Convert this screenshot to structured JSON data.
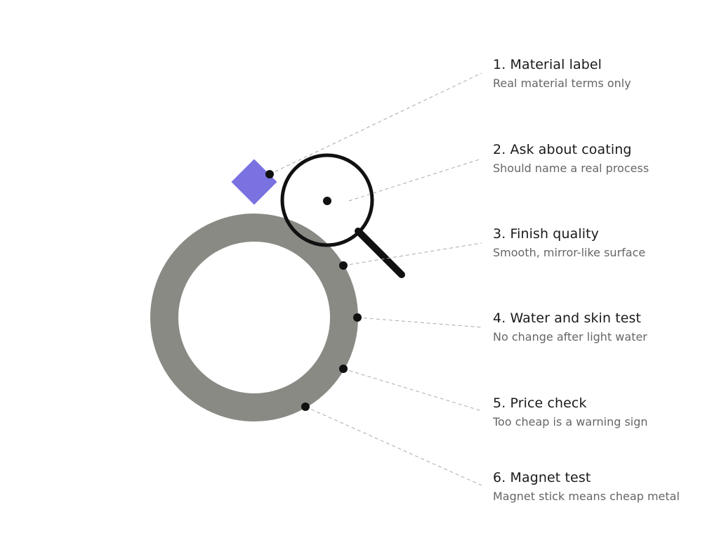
{
  "colors": {
    "ring": "#8a8a85",
    "gem": "#7a72e0",
    "magnifier": "#111111",
    "leader_line": "#aaaaaa",
    "marker": "#111111"
  },
  "icons": {
    "ring": "ring-icon",
    "gem": "gem-diamond-icon",
    "magnifier": "magnifying-glass-icon"
  },
  "labels": [
    {
      "title": "1. Material label",
      "desc": "Real material terms only"
    },
    {
      "title": "2. Ask about coating",
      "desc": "Should name a real process"
    },
    {
      "title": "3. Finish quality",
      "desc": "Smooth, mirror-like surface"
    },
    {
      "title": "4. Water and skin test",
      "desc": "No change after light water"
    },
    {
      "title": "5. Price check",
      "desc": "Too cheap is a warning sign"
    },
    {
      "title": "6. Magnet test",
      "desc": "Magnet stick means cheap metal"
    }
  ]
}
